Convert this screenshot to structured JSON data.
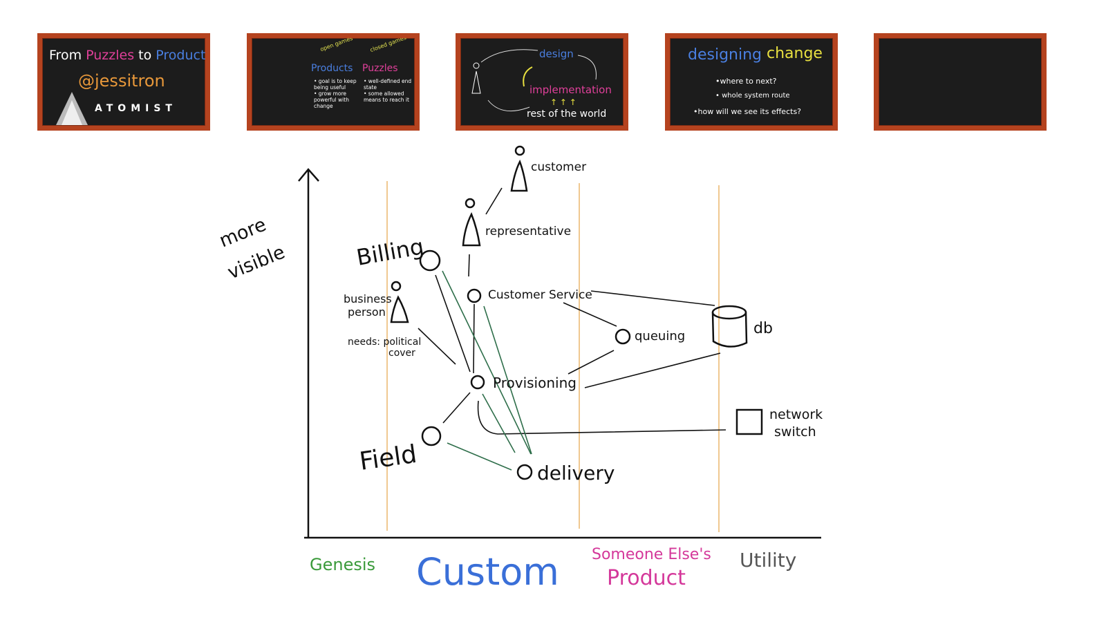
{
  "slides": [
    {
      "title_from": "From",
      "title_puzzles": "Puzzles",
      "title_to": "to",
      "title_products": "Products",
      "handle": "@jessitron",
      "brand": "ATOMIST"
    },
    {
      "open": "open games",
      "closed": "closed games",
      "products": "Products",
      "puzzles": "Puzzles",
      "products_bullets": [
        "• goal is to keep being useful",
        "• grow more powerful with change"
      ],
      "puzzles_bullets": [
        "• well-defined end state",
        "• some allowed means to reach it"
      ]
    },
    {
      "design": "design",
      "implementation": "implementation",
      "arrows": "↑ ↑ ↑",
      "world": "rest of the world"
    },
    {
      "designing": "designing",
      "change": "change",
      "bullets": [
        "•where to next?",
        "• whole system route",
        "•how will we see its effects?"
      ]
    },
    {}
  ],
  "diagram": {
    "y_axis_label": [
      "more",
      "visible"
    ],
    "stages": {
      "genesis": "Genesis",
      "custom": "Custom",
      "someone_line1": "Someone Else's",
      "someone_line2": "Product",
      "utility": "Utility"
    },
    "nodes": {
      "customer": "customer",
      "representative": "representative",
      "billing": "Billing",
      "business_person_1": "business",
      "business_person_2": "person",
      "needs_1": "needs: political",
      "needs_2": "cover",
      "customer_service": "Customer Service",
      "queuing": "queuing",
      "db": "db",
      "provisioning": "Provisioning",
      "network_1": "network",
      "network_2": "switch",
      "field": "Field",
      "delivery": "delivery"
    },
    "colors": {
      "genesis": "#3a9a3a",
      "custom": "#3a6fd8",
      "someone": "#d4389a",
      "utility": "#555555",
      "stage_line": "#f0c890",
      "green_link": "#2e6e4a"
    }
  }
}
